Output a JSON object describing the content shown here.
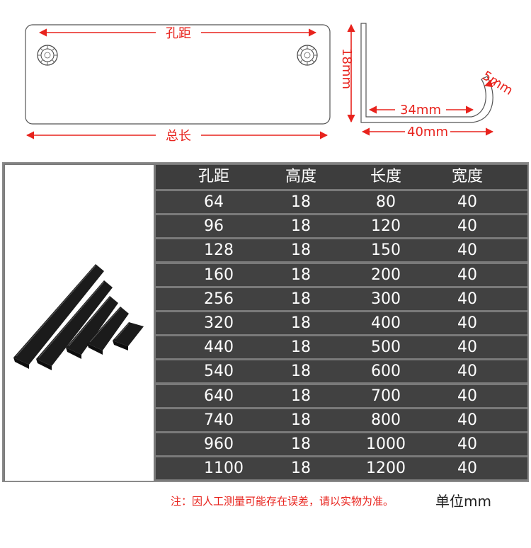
{
  "diagram": {
    "hole_distance_label": "孔距",
    "total_length_label": "总长",
    "height_label": "18mm",
    "inner_length_label": "34mm",
    "width_label": "40mm",
    "curl_label": "5mm",
    "dimension_color": "#e8231d"
  },
  "spec_table": {
    "headers": [
      "孔距",
      "高度",
      "长度",
      "宽度"
    ],
    "rows": [
      [
        "64",
        "18",
        "80",
        "40"
      ],
      [
        "96",
        "18",
        "120",
        "40"
      ],
      [
        "128",
        "18",
        "150",
        "40"
      ],
      [
        "160",
        "18",
        "200",
        "40"
      ],
      [
        "256",
        "18",
        "300",
        "40"
      ],
      [
        "320",
        "18",
        "400",
        "40"
      ],
      [
        "440",
        "18",
        "500",
        "40"
      ],
      [
        "540",
        "18",
        "600",
        "40"
      ],
      [
        "640",
        "18",
        "700",
        "40"
      ],
      [
        "740",
        "18",
        "800",
        "40"
      ],
      [
        "960",
        "18",
        "1000",
        "40"
      ],
      [
        "1100",
        "18",
        "1200",
        "40"
      ]
    ]
  },
  "footer": {
    "note": "注：因人工测量可能存在误差，请以实物为准。",
    "unit": "单位mm"
  }
}
